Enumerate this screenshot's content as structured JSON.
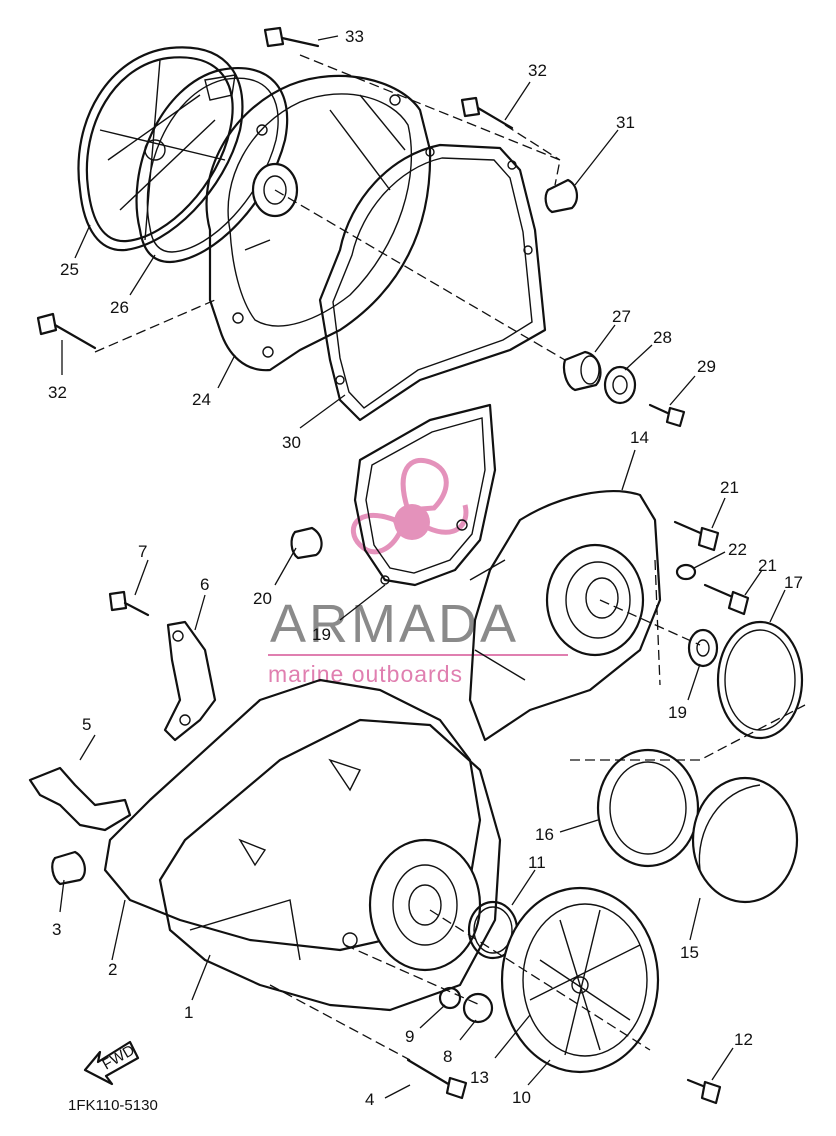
{
  "diagram": {
    "code": "1FK110-5130",
    "fwd_label": "FWD",
    "watermark": {
      "brand": "ARMADA",
      "tagline": "marine outboards",
      "color": "#e07fb0"
    },
    "callouts": [
      {
        "id": "c33",
        "label": "33"
      },
      {
        "id": "c32a",
        "label": "32"
      },
      {
        "id": "c31",
        "label": "31"
      },
      {
        "id": "c25",
        "label": "25"
      },
      {
        "id": "c26",
        "label": "26"
      },
      {
        "id": "c32b",
        "label": "32"
      },
      {
        "id": "c24",
        "label": "24"
      },
      {
        "id": "c27",
        "label": "27"
      },
      {
        "id": "c28",
        "label": "28"
      },
      {
        "id": "c29",
        "label": "29"
      },
      {
        "id": "c30",
        "label": "30"
      },
      {
        "id": "c14",
        "label": "14"
      },
      {
        "id": "c21a",
        "label": "21"
      },
      {
        "id": "c22",
        "label": "22"
      },
      {
        "id": "c21b",
        "label": "21"
      },
      {
        "id": "c17",
        "label": "17"
      },
      {
        "id": "c7",
        "label": "7"
      },
      {
        "id": "c6",
        "label": "6"
      },
      {
        "id": "c20",
        "label": "20"
      },
      {
        "id": "c19a",
        "label": "19"
      },
      {
        "id": "c19b",
        "label": "19"
      },
      {
        "id": "c5",
        "label": "5"
      },
      {
        "id": "c16",
        "label": "16"
      },
      {
        "id": "c11",
        "label": "11"
      },
      {
        "id": "c15",
        "label": "15"
      },
      {
        "id": "c3",
        "label": "3"
      },
      {
        "id": "c2",
        "label": "2"
      },
      {
        "id": "c1",
        "label": "1"
      },
      {
        "id": "c9",
        "label": "9"
      },
      {
        "id": "c8",
        "label": "8"
      },
      {
        "id": "c13",
        "label": "13"
      },
      {
        "id": "c10",
        "label": "10"
      },
      {
        "id": "c12",
        "label": "12"
      },
      {
        "id": "c4",
        "label": "4"
      }
    ]
  }
}
